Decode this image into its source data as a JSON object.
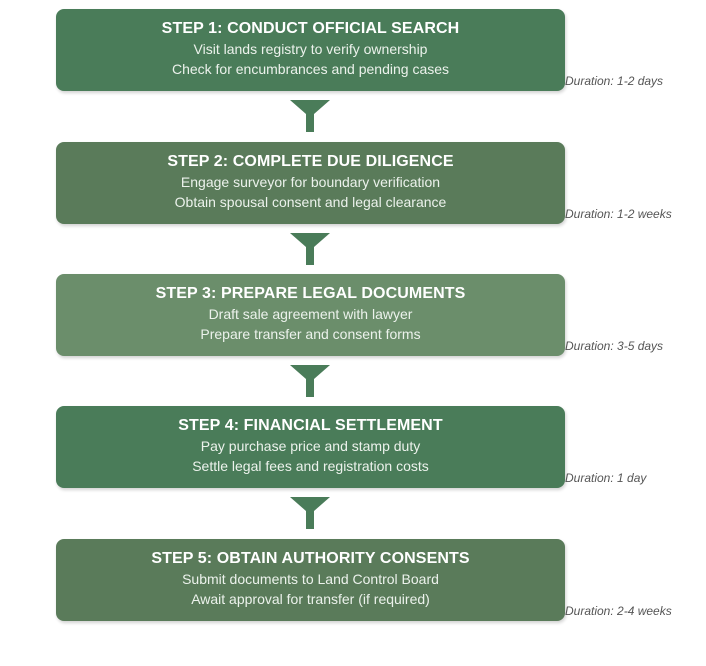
{
  "steps": [
    {
      "title": "STEP 1: CONDUCT OFFICIAL SEARCH",
      "lines": [
        "Visit lands registry to verify ownership",
        "Check for encumbrances and pending cases"
      ],
      "duration": "Duration: 1-2 days",
      "color": "#4a7c59"
    },
    {
      "title": "STEP 2: COMPLETE DUE DILIGENCE",
      "lines": [
        "Engage surveyor for boundary verification",
        "Obtain spousal consent and legal clearance"
      ],
      "duration": "Duration: 1-2 weeks",
      "color": "#5a7b5a"
    },
    {
      "title": "STEP 3: PREPARE LEGAL DOCUMENTS",
      "lines": [
        "Draft sale agreement with lawyer",
        "Prepare transfer and consent forms"
      ],
      "duration": "Duration: 3-5 days",
      "color": "#6b8e6b"
    },
    {
      "title": "STEP 4: FINANCIAL SETTLEMENT",
      "lines": [
        "Pay purchase price and stamp duty",
        "Settle legal fees and registration costs"
      ],
      "duration": "Duration: 1 day",
      "color": "#4a7c59"
    },
    {
      "title": "STEP 5: OBTAIN AUTHORITY CONSENTS",
      "lines": [
        "Submit documents to Land Control Board",
        "Await approval for transfer (if required)"
      ],
      "duration": "Duration: 2-4 weeks",
      "color": "#5a7b5a"
    }
  ],
  "arrow_color": "#4a7c59"
}
